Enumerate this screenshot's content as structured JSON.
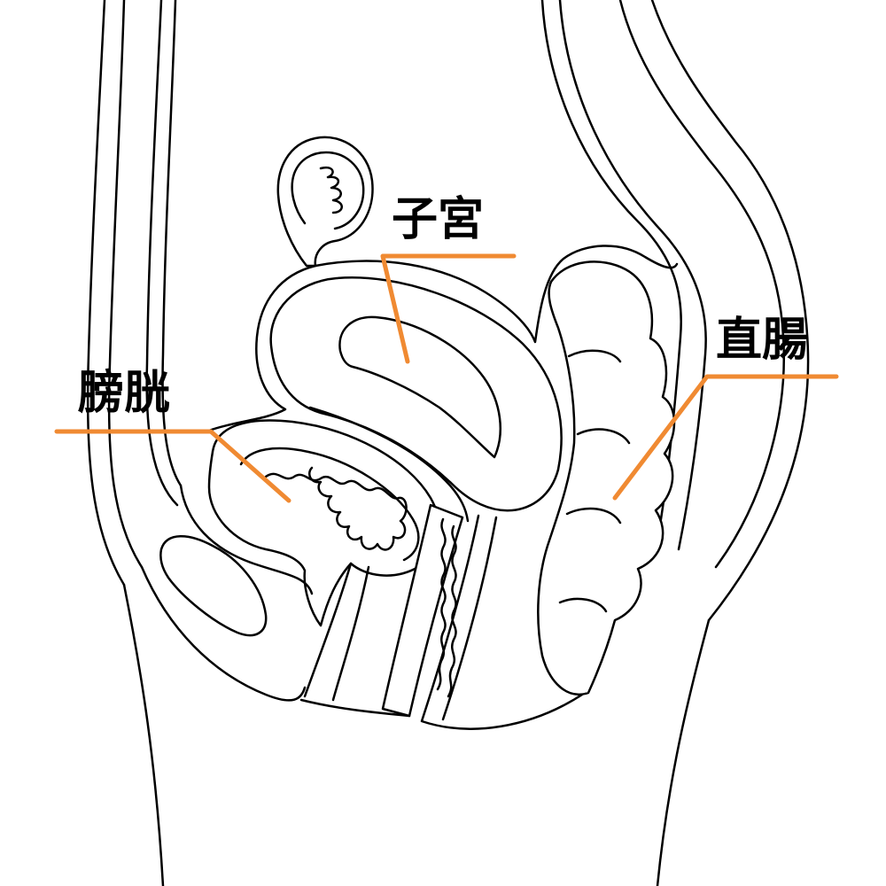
{
  "labels": {
    "uterus": "子宮",
    "bladder": "膀胱",
    "rectum": "直腸"
  },
  "colors": {
    "leader_line": "#f08a32",
    "outline": "#000000",
    "background": "#ffffff"
  }
}
